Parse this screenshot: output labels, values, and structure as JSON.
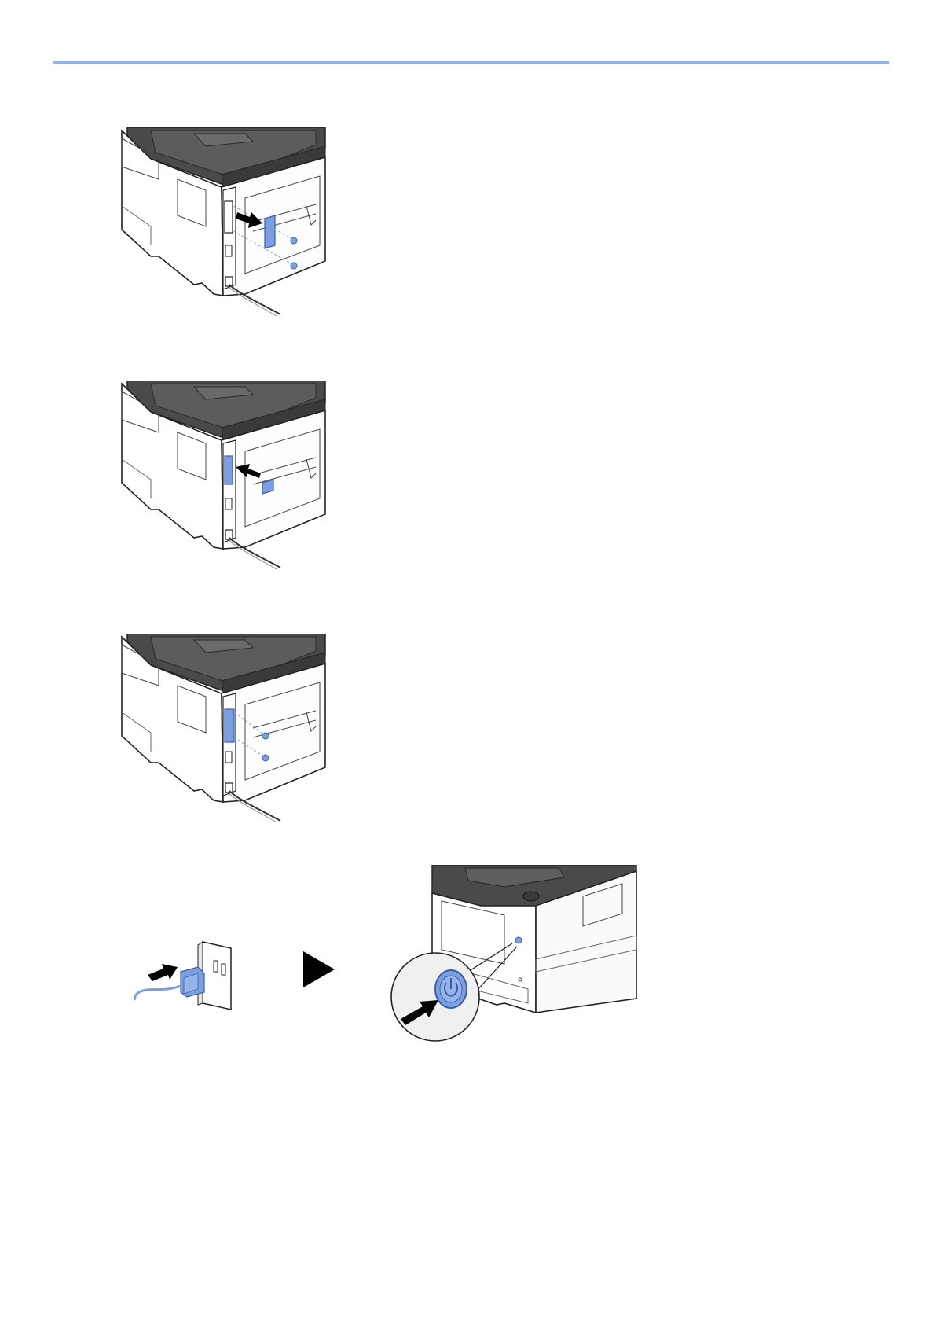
{
  "page": {
    "rule_color": "#8fb4e3",
    "accent_blue": "#7b9fe0"
  },
  "figures": [
    {
      "id": "step-remove-cover",
      "icon": "printer-rear-remove-cover"
    },
    {
      "id": "step-insert-card",
      "icon": "printer-rear-insert-card"
    },
    {
      "id": "step-fasten-card",
      "icon": "printer-rear-fasten-card"
    },
    {
      "id": "step-plug-in",
      "icon": "power-plug-outlet"
    },
    {
      "id": "step-next",
      "icon": "arrow-right-triangle"
    },
    {
      "id": "step-power-on",
      "icon": "printer-power-switch"
    }
  ]
}
